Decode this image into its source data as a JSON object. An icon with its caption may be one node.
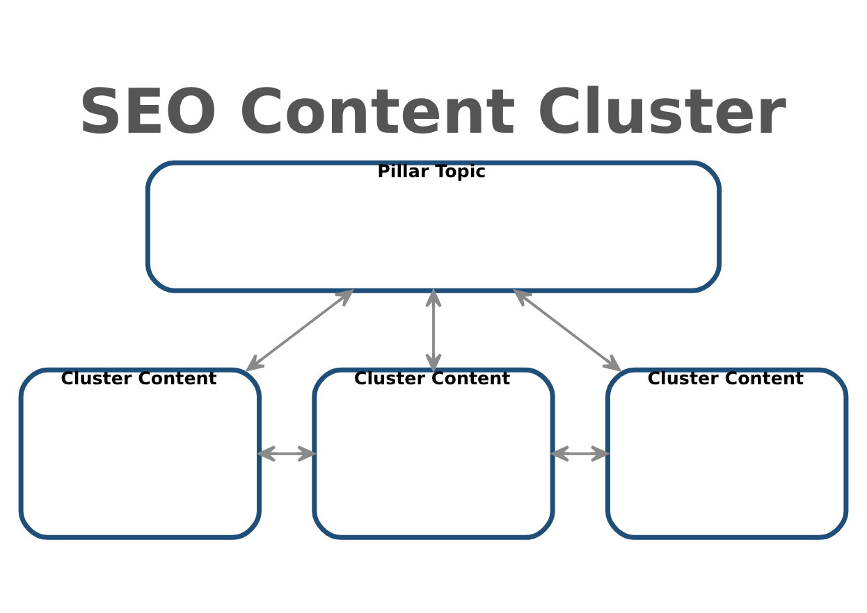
{
  "diagram": {
    "title": "SEO Content Cluster",
    "nodes": [
      {
        "text": [
          "Pillar Topic"
        ]
      },
      {
        "text": [
          "Cluster Content"
        ]
      },
      {
        "text": [
          "Cluster Content"
        ]
      },
      {
        "text": [
          "Cluster Content"
        ]
      }
    ],
    "edges": [
      {
        "from": 0,
        "to": 1,
        "arrow": "both"
      },
      {
        "from": 0,
        "to": 2,
        "arrow": "both"
      },
      {
        "from": 0,
        "to": 3,
        "arrow": "both"
      },
      {
        "from": 1,
        "to": 2,
        "arrow": "both"
      },
      {
        "from": 2,
        "to": 3,
        "arrow": "both"
      }
    ]
  }
}
